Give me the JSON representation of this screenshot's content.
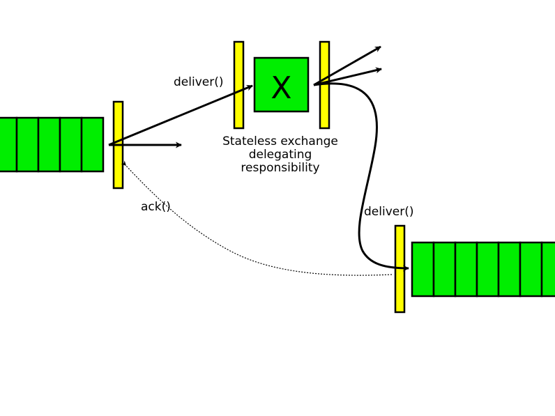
{
  "colors": {
    "queue_fill": "#00ee00",
    "gate_fill": "#ffff00",
    "stroke": "#000000",
    "background": "#ffffff"
  },
  "exchange": {
    "symbol": "X",
    "caption_lines": [
      "Stateless exchange",
      "delegating",
      "responsibility"
    ]
  },
  "labels": {
    "deliver_top": "deliver()",
    "deliver_right": "deliver()",
    "ack": "ack()"
  },
  "queues": {
    "left_cells": 5,
    "right_cells": 7
  }
}
